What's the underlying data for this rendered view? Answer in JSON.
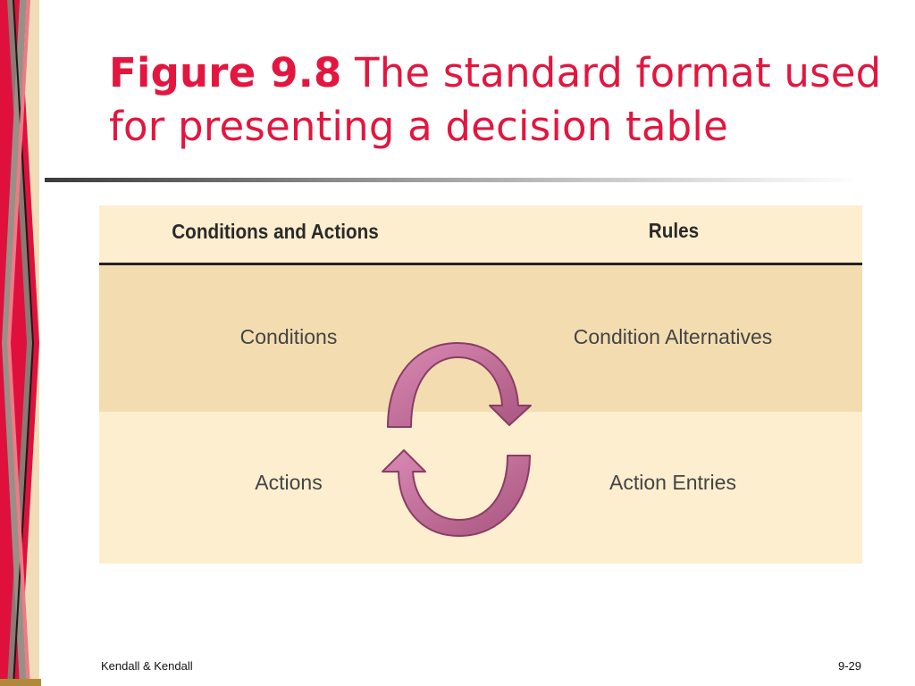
{
  "slide": {
    "title_number": "Figure 9.8",
    "title_text": " The standard format used for presenting a decision table",
    "accent_color": "#e3163f"
  },
  "decision_table": {
    "headers": [
      "Conditions and Actions",
      "Rules"
    ],
    "rows": [
      {
        "left": "Conditions",
        "right": "Condition Alternatives"
      },
      {
        "left": "Actions",
        "right": "Action Entries"
      }
    ],
    "arrow_icon": "cycle-arrows-icon",
    "arrow_color": "#c0709a"
  },
  "footer": {
    "left": "Kendall & Kendall",
    "right": "9-29"
  }
}
